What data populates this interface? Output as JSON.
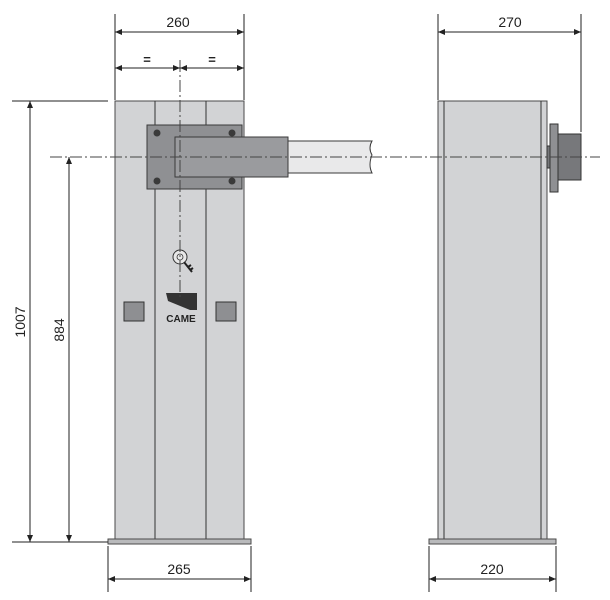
{
  "front_view": {
    "width_top": "260",
    "width_half_left": "=",
    "width_half_right": "=",
    "height_total": "1007",
    "height_axis": "884",
    "base_width": "265",
    "logo_text": "CAME"
  },
  "side_view": {
    "depth_top": "270",
    "base_depth": "220"
  },
  "colors": {
    "cabinet_fill": "#d2d3d5",
    "cabinet_stroke": "#4a4a4a",
    "arm_fill": "#e9e9ea",
    "plate_fill": "#8f9093",
    "hub_fill": "#77787b",
    "window_fill": "#8e8f92",
    "lines": "#222222"
  },
  "icons": {
    "lock": "key-lock-icon",
    "logo": "came-logo-icon"
  }
}
